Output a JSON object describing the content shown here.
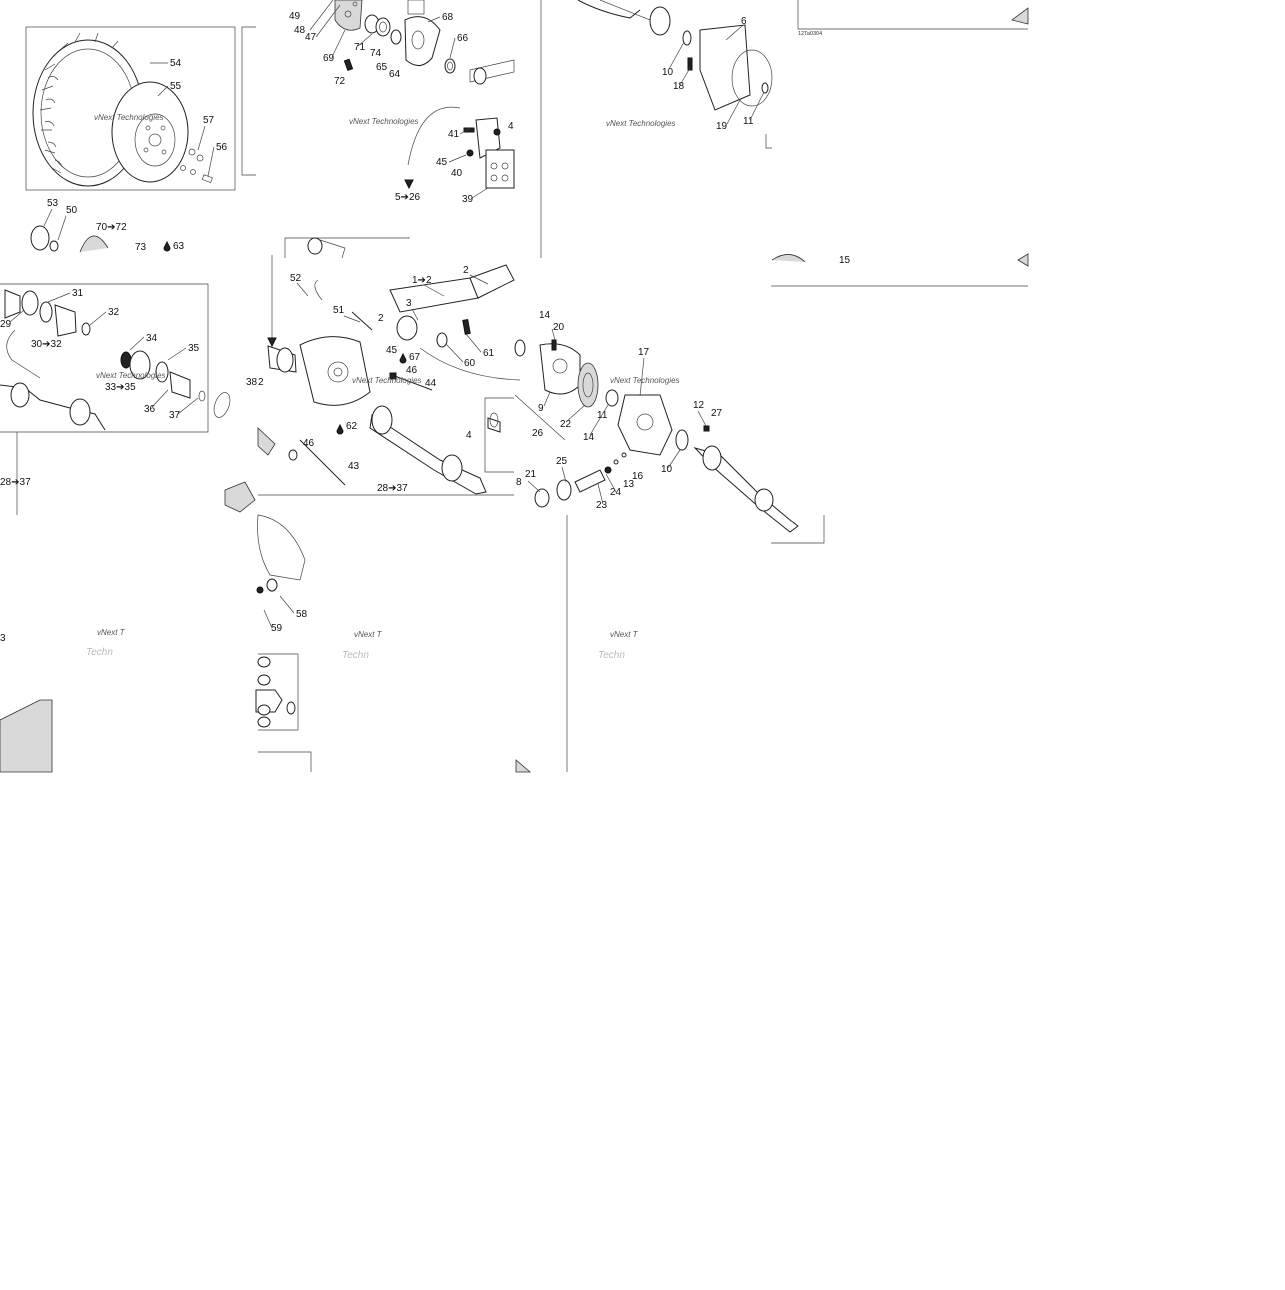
{
  "watermark": {
    "line1": "vNext Technologies",
    "short": "vNext T",
    "partial": "Techn"
  },
  "drawing_code": "12Ta0304",
  "callouts": {
    "c54": "54",
    "c55": "55",
    "c57": "57",
    "c56": "56",
    "c53": "53",
    "c50": "50",
    "c70_72": "70➔72",
    "c73": "73",
    "c63": "63",
    "c49": "49",
    "c48": "48",
    "c47": "47",
    "c69": "69",
    "c72": "72",
    "c71": "71",
    "c74": "74",
    "c65": "65",
    "c64": "64",
    "c68": "68",
    "c66": "66",
    "c41": "41",
    "c4x": "4",
    "c45a": "45",
    "c40": "40",
    "c39": "39",
    "c5_26": "5➔26",
    "c6": "6",
    "c10a": "10",
    "c18": "18",
    "c19": "19",
    "c11a": "11",
    "c15": "15",
    "c31": "31",
    "c29": "29",
    "c32": "32",
    "c30_32": "30➔32",
    "c34": "34",
    "c35": "35",
    "c33_35": "33➔35",
    "c36": "36",
    "c37": "37",
    "c38": "38",
    "c2x": "2",
    "c28_37a": "28➔37",
    "c52": "52",
    "c1_2": "1➔2",
    "c2a": "2",
    "c3": "3",
    "c51": "51",
    "c2b": "2",
    "c61": "61",
    "c60": "60",
    "c45b": "45",
    "c67": "67",
    "c46a": "46",
    "c44": "44",
    "c46b": "46",
    "c62": "62",
    "c43": "43",
    "c28_37b": "28➔37",
    "c14a": "14",
    "c20": "20",
    "c17": "17",
    "c9": "9",
    "c22": "22",
    "c26": "26",
    "c14b": "14",
    "c11b": "11",
    "c12": "12",
    "c27": "27",
    "c10b": "10",
    "c4": "4",
    "c21": "21",
    "c25": "25",
    "c8": "8",
    "c24": "24",
    "c13": "13",
    "c16": "16",
    "c23": "23",
    "c58": "58",
    "c59": "59",
    "c3x": "3"
  },
  "markers": {
    "drop_icon": "oil-drop-icon",
    "arrow_icon": "range-arrow"
  }
}
